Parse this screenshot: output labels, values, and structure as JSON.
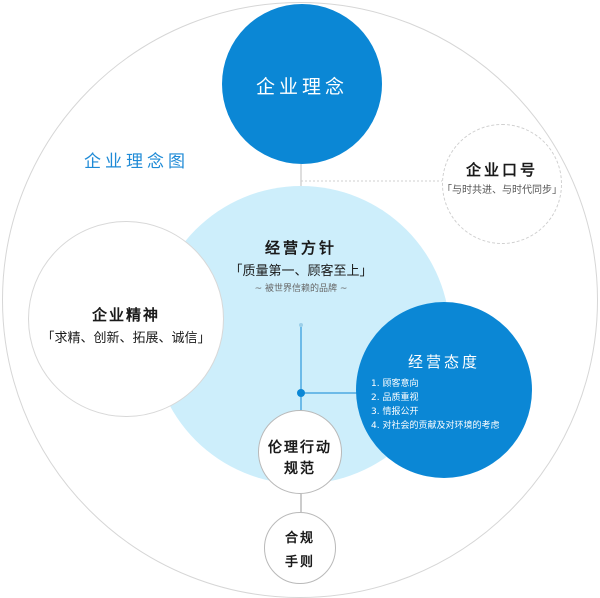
{
  "diagram": {
    "colors": {
      "accent": "#0b87d5",
      "light_blue": "#cdeefb",
      "title_blue": "#1e8ad6",
      "dark_text": "#1a1a1a",
      "gray_text": "#666666"
    },
    "page_title": "企业理念图",
    "top": {
      "title": "企业理念"
    },
    "slogan": {
      "title": "企业口号",
      "text": "「与时共进、与时代同步」"
    },
    "policy": {
      "title": "经营方针",
      "quote": "「质量第一、顾客至上」",
      "sub": "~ 被世界信赖的品牌 ~"
    },
    "spirit": {
      "title": "企业精神",
      "text": "「求精、创新、拓展、诚信」"
    },
    "attitude": {
      "title": "经营态度",
      "items": [
        "1. 顾客意向",
        "2. 品质重视",
        "3. 情报公开",
        "4. 对社会的贡献及对环境的考虑"
      ]
    },
    "ethics": {
      "line1": "伦理行动",
      "line2": "规范"
    },
    "compliance": {
      "line1": "合规",
      "line2": "手则"
    }
  }
}
